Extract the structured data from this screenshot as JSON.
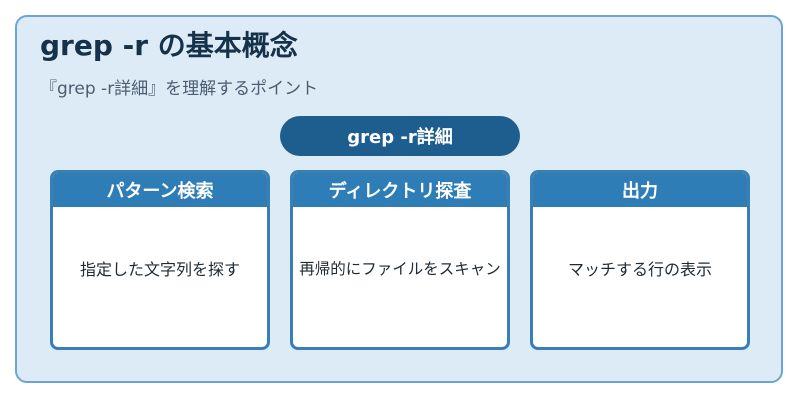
{
  "title": "grep -r の基本概念",
  "subtitle": "『grep -r詳細』を理解するポイント",
  "center": {
    "label": "grep -r詳細"
  },
  "cards": [
    {
      "header": "パターン検索",
      "body": "指定した文字列を探す"
    },
    {
      "header": "ディレクトリ探査",
      "body": "再帰的にファイルをスキャン"
    },
    {
      "header": "出力",
      "body": "マッチする行の表示"
    }
  ],
  "colors": {
    "panel_bg": "#ddebf7",
    "panel_border": "#6aa6d1",
    "pill_bg": "#1e5e8f",
    "card_header_bg": "#2f7db6",
    "card_border": "#3a7fb3"
  }
}
